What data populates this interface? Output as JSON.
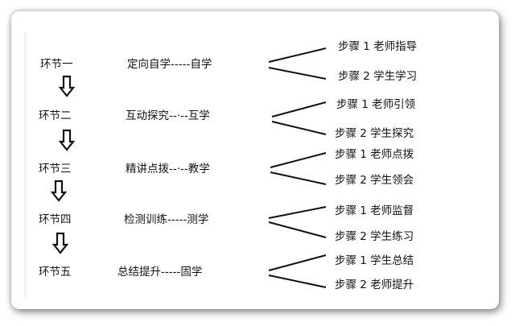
{
  "stages": [
    {
      "stage": "环节一",
      "method": "定向自学-----自学",
      "steps": [
        "步骤 1 老师指导",
        "步骤 2 学生学习"
      ]
    },
    {
      "stage": "环节二",
      "method": "互动探究--·--互学",
      "steps": [
        "步骤 1  老师引领",
        "步骤 2 学生探究"
      ]
    },
    {
      "stage": "环节三",
      "method": "精讲点拨--·--教学",
      "steps": [
        "步骤 1 老师点拨",
        "步骤 2 学生领会"
      ]
    },
    {
      "stage": "环节四",
      "method": "检测训练-----测学",
      "steps": [
        "步骤 1 老师监督",
        "步骤 2 学生练习"
      ]
    },
    {
      "stage": "环节五",
      "method": "总结提升-----固学",
      "steps": [
        "步骤 1 学生总结",
        "步骤 2 老师提升"
      ]
    }
  ]
}
